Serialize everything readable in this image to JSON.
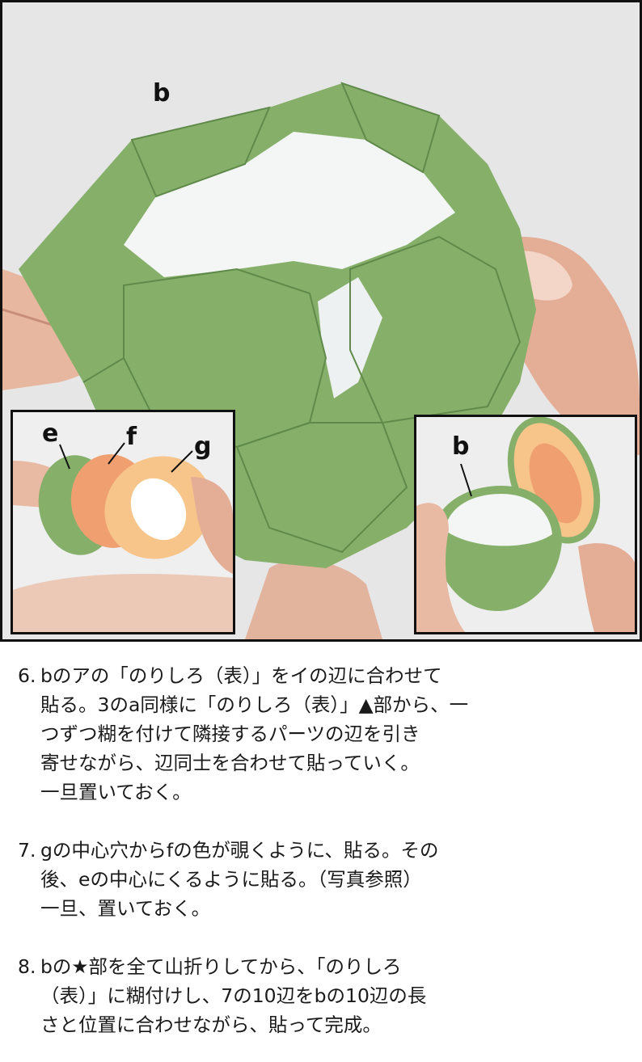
{
  "photo": {
    "main_label_b": "b",
    "inset_left": {
      "label_e": "e",
      "label_f": "f",
      "label_g": "g"
    },
    "inset_right": {
      "label_b": "b"
    }
  },
  "steps": [
    {
      "number": "6.",
      "lines": [
        "bのアの「のりしろ（表）」をイの辺に合わせて",
        "貼る。3のa同様に「のりしろ（表）」▲部から、一",
        "つずつ糊を付けて隣接するパーツの辺を引き",
        "寄せながら、辺同士を合わせて貼っていく。",
        "一旦置いておく。"
      ]
    },
    {
      "number": "7.",
      "lines": [
        "gの中心穴からfの色が覗くように、貼る。その",
        "後、eの中心にくるように貼る。（写真参照）",
        "一旦、置いておく。"
      ]
    },
    {
      "number": "8.",
      "lines": [
        "bの★部を全て山折りしてから、「のりしろ",
        "（表）」に糊付けし、7の10辺をbの10辺の長",
        "さと位置に合わせながら、貼って完成。"
      ]
    }
  ]
}
